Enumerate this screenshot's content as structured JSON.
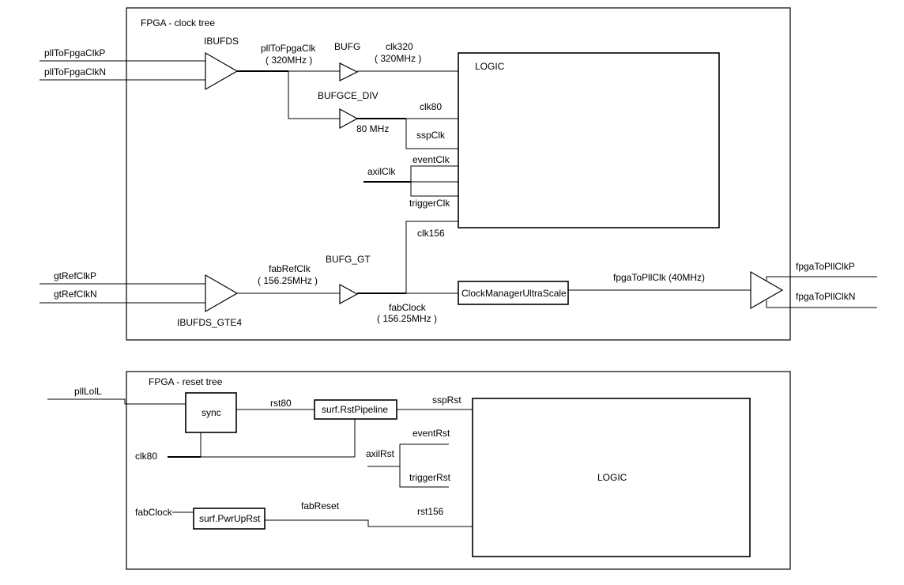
{
  "clock_tree": {
    "title": "FPGA - clock tree",
    "inputs": {
      "pll_p": "pllToFpgaClkP",
      "pll_n": "pllToFpgaClkN",
      "gt_p": "gtRefClkP",
      "gt_n": "gtRefClkN"
    },
    "buffers": {
      "ibufds": "IBUFDS",
      "bufg": "BUFG",
      "bufgce_div": "BUFGCE_DIV",
      "bufg_gt": "BUFG_GT",
      "ibufds_gte4": "IBUFDS_GTE4"
    },
    "signals": {
      "pll_to_fpga_clk": "pllToFpgaClk",
      "pll_to_fpga_clk_freq": "( 320MHz )",
      "clk320": "clk320",
      "clk320_freq": "( 320MHz )",
      "clk80": "clk80",
      "mhz80": "80 MHz",
      "ssp_clk": "sspClk",
      "event_clk": "eventClk",
      "axil_clk": "axilClk",
      "trigger_clk": "triggerClk",
      "clk156": "clk156",
      "fab_ref_clk": "fabRefClk",
      "fab_ref_clk_freq": "( 156.25MHz )",
      "fab_clock": "fabClock",
      "fab_clock_freq": "( 156.25MHz )",
      "fpga_to_pll_clk": "fpgaToPllClk (40MHz)"
    },
    "blocks": {
      "logic": "LOGIC",
      "clock_manager": "ClockManagerUltraScale"
    },
    "outputs": {
      "pll_p": "fpgaToPllClkP",
      "pll_n": "fpgaToPllClkN"
    }
  },
  "reset_tree": {
    "title": "FPGA - reset tree",
    "inputs": {
      "pll_lol": "pllLolL",
      "clk80": "clk80",
      "fab_clock": "fabClock"
    },
    "blocks": {
      "sync": "sync",
      "rst_pipeline": "surf.RstPipeline",
      "pwr_up_rst": "surf.PwrUpRst",
      "logic": "LOGIC"
    },
    "signals": {
      "rst80": "rst80",
      "ssp_rst": "sspRst",
      "event_rst": "eventRst",
      "axil_rst": "axilRst",
      "trigger_rst": "triggerRst",
      "fab_reset": "fabReset",
      "rst156": "rst156"
    }
  }
}
